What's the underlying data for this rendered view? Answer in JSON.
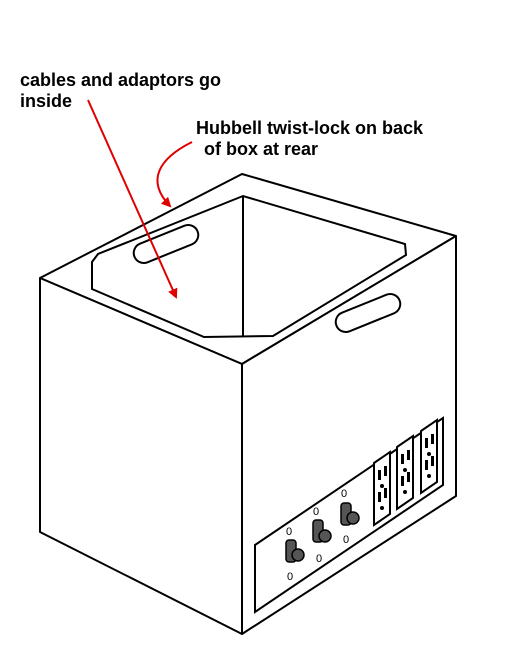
{
  "annotations": {
    "cables": {
      "line1": "cables and adaptors go",
      "line2": "inside"
    },
    "hubbell": {
      "line1": "Hubbell twist-lock on back",
      "line2": "of box at rear"
    }
  },
  "switch_labels": [
    "0",
    "0",
    "0",
    "0",
    "0",
    "0"
  ],
  "colors": {
    "arrow": "#e00000",
    "outline": "#000000",
    "switch_body": "#555555",
    "background": "#ffffff"
  }
}
